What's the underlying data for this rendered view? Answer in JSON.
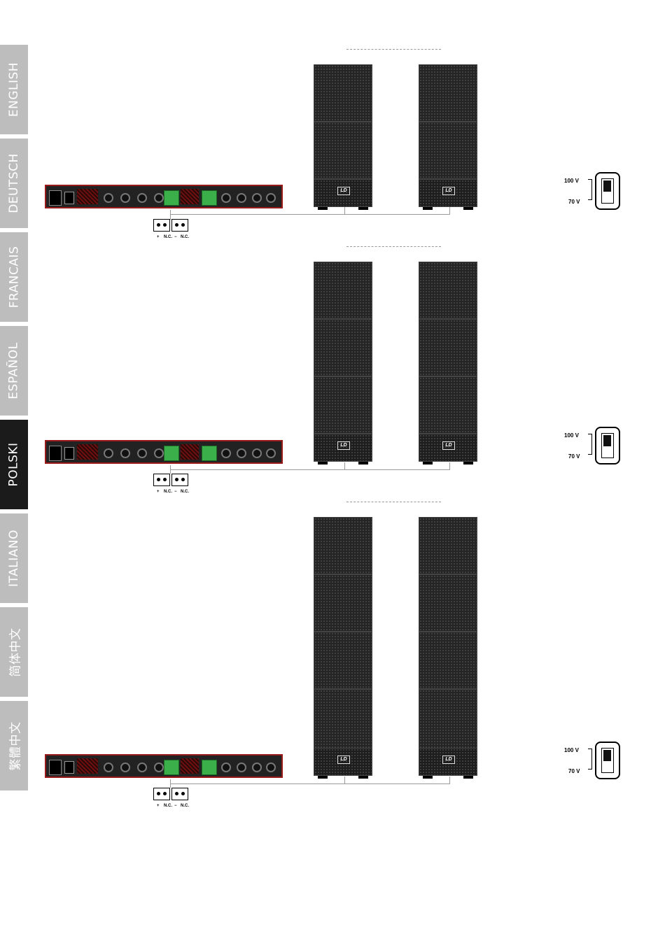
{
  "language_tabs": [
    {
      "label": "ENGLISH",
      "active": false
    },
    {
      "label": "DEUTSCH",
      "active": false
    },
    {
      "label": "FRANCAIS",
      "active": false
    },
    {
      "label": "ESPAÑOL",
      "active": false
    },
    {
      "label": "POLSKI",
      "active": true
    },
    {
      "label": "ITALIANO",
      "active": false
    },
    {
      "label": "简体中文",
      "active": false
    },
    {
      "label": "繁體中文",
      "active": false
    }
  ],
  "speaker_logo": "LD",
  "connector": {
    "plus": "+",
    "minus": "−",
    "nc": "N.C."
  },
  "voltage_switch": {
    "high": "100 V",
    "low": "70 V"
  },
  "colors": {
    "tab_inactive": "#bdbdbd",
    "tab_active": "#1b1b1b",
    "amp_accent": "#9a1a1a",
    "terminal": "#3bb04a"
  }
}
